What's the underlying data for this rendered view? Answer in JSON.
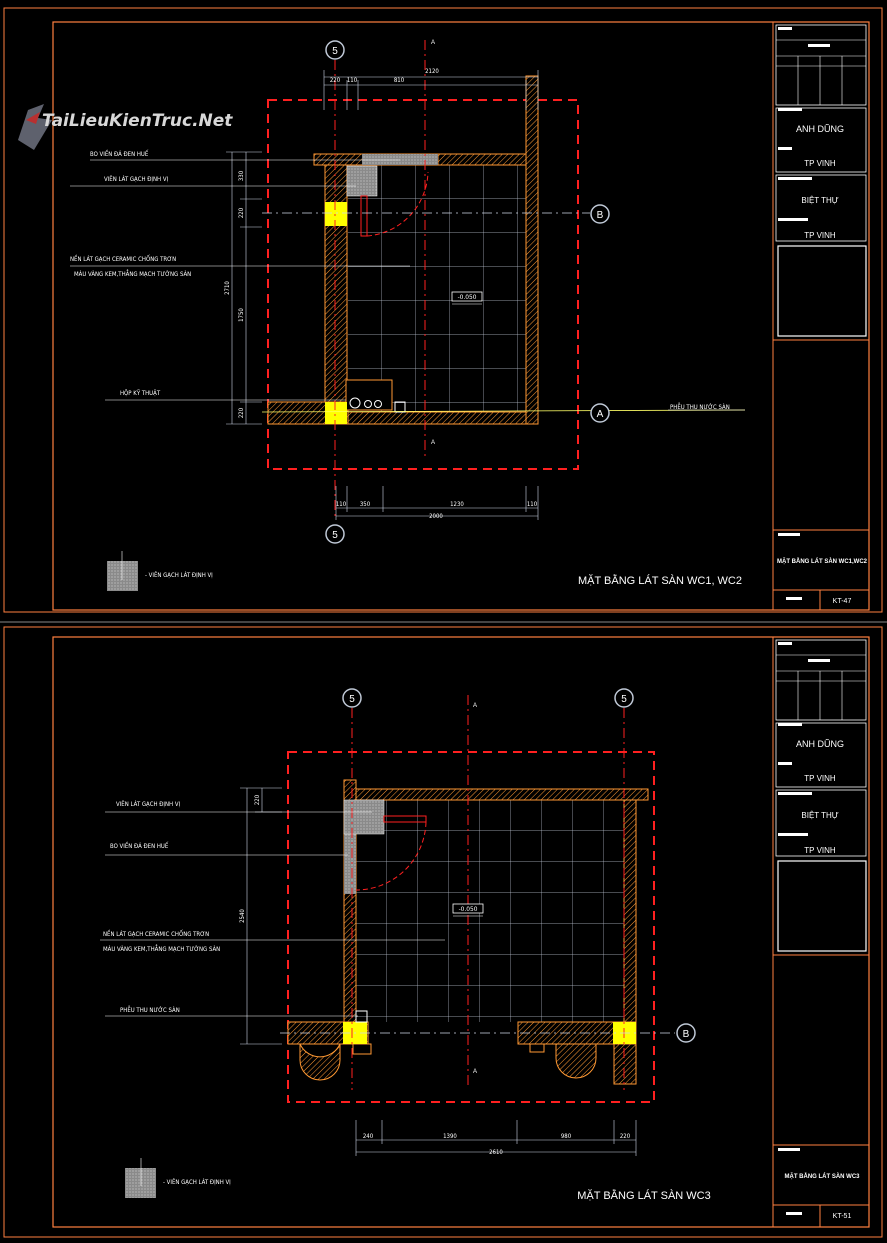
{
  "watermark": {
    "text": "TaiLieuKienTruc.Net"
  },
  "sheet1": {
    "title": "MẶT BẰNG LÁT SÀN WC1, WC2",
    "block_owner": "ANH DŨNG",
    "block_owner_loc": "TP VINH",
    "block_project": "BIỆT THỰ",
    "block_project_loc": "TP VINH",
    "block_drawing": "MẶT BẰNG LÁT SÀN WC1,WC2",
    "sheet_no": "KT-47",
    "labels": {
      "bo_vien": "BO VIỀN ĐÁ ĐEN HUẾ",
      "vien_lat": "VIÊN LÁT GẠCH ĐỊNH VỊ",
      "nen1": "NỀN LÁT GẠCH CERAMIC CHỐNG TRƠN",
      "nen2": "MÀU VÀNG KEM,THẲNG MẠCH TƯỜNG SÀN",
      "hop": "HỘP KỸ THUẬT",
      "pheu": "PHỄU THU NƯỚC SÀN",
      "level": "-0.050",
      "legend": "- VIÊN GẠCH LÁT ĐỊNH VỊ"
    },
    "grids": {
      "g5": "5",
      "gA": "A",
      "gB": "B",
      "sec": "A"
    },
    "dims": {
      "top_total": "2120",
      "top_a": "220",
      "top_b": "110",
      "top_c": "810",
      "left_total": "2710",
      "left_a": "330",
      "left_b": "220",
      "left_c": "1750",
      "left_d": "220",
      "bot_a": "110",
      "bot_b": "350",
      "bot_c": "1230",
      "bot_d": "110",
      "bot_total": "2000"
    }
  },
  "sheet2": {
    "title": "MẶT BẰNG LÁT SÀN WC3",
    "block_owner": "ANH DŨNG",
    "block_owner_loc": "TP VINH",
    "block_project": "BIỆT THỰ",
    "block_project_loc": "TP VINH",
    "block_drawing": "MẶT BẰNG LÁT SÀN WC3",
    "sheet_no": "KT-51",
    "labels": {
      "vien_lat": "VIÊN LÁT GẠCH ĐỊNH VỊ",
      "bo_vien": "BO VIỀN ĐÁ ĐEN HUẾ",
      "nen1": "NỀN LÁT GẠCH CERAMIC CHỐNG TRƠN",
      "nen2": "MÀU VÀNG KEM,THẲNG MẠCH TƯỜNG SÀN",
      "pheu": "PHỄU THU NƯỚC SÀN",
      "level": "-0.050",
      "legend": "- VIÊN GẠCH LÁT ĐỊNH VỊ"
    },
    "grids": {
      "g5a": "5",
      "g5b": "5",
      "gB": "B",
      "sec": "A"
    },
    "dims": {
      "left_a": "220",
      "left_total": "2540",
      "bot_a": "240",
      "bot_b": "1390",
      "bot_c": "980",
      "bot_d": "220",
      "bot_total": "2610"
    }
  },
  "colors": {
    "frame": "#ff8040",
    "wall": "#ff9933",
    "red": "#ff2020",
    "yellow": "#ffff00",
    "grid": "#cfd8e8",
    "bg": "#000000"
  }
}
